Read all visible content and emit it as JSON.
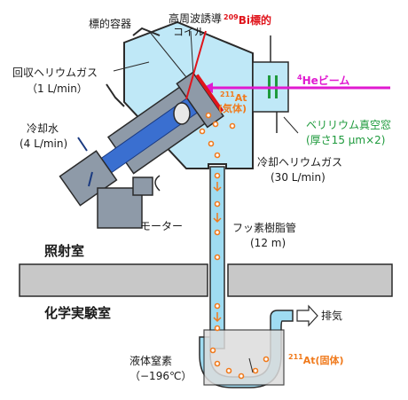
{
  "labels": {
    "target_container": "標的容器",
    "hf_coil": "高周波誘導",
    "hf_coil_2": "コイル",
    "bi_target_sup": "209",
    "bi_target": "Bi標的",
    "recovery_gas": "回収ヘリウムガス",
    "recovery_gas_flow": "（1 L/min）",
    "he_beam_sup": "4",
    "he_beam": "Heビーム",
    "at_gas_sup": "211",
    "at_gas": "At",
    "at_gas_2": "(気体)",
    "cooling_water": "冷却水",
    "cooling_water_flow": "(4 L/min)",
    "beryllium_window": "ベリリウム真空窓",
    "beryllium_window_thickness": "(厚さ15 μm×2)",
    "cooling_he_gas": "冷却ヘリウムガス",
    "cooling_he_gas_flow": "(30 L/min)",
    "motor": "モーター",
    "teflon_tube": "フッ素樹脂管",
    "teflon_tube_length": "(12 m)",
    "irradiation_room": "照射室",
    "chemistry_lab": "化学実験室",
    "exhaust": "排気",
    "liquid_nitrogen": "液体窒素",
    "liquid_nitrogen_temp": "（−196℃）",
    "at_solid_sup": "211",
    "at_solid": "At(固体)"
  },
  "colors": {
    "gas_fill": "#bfe8f7",
    "outline": "#2a2a2a",
    "steel": "#8e9aa8",
    "beam": "#e01ad0",
    "target_red": "#e0141b",
    "at_orange": "#f07a1c",
    "window_green": "#1e9a3c",
    "wall_gray": "#c8c8c8",
    "tube_blue": "#9fdcf2"
  }
}
